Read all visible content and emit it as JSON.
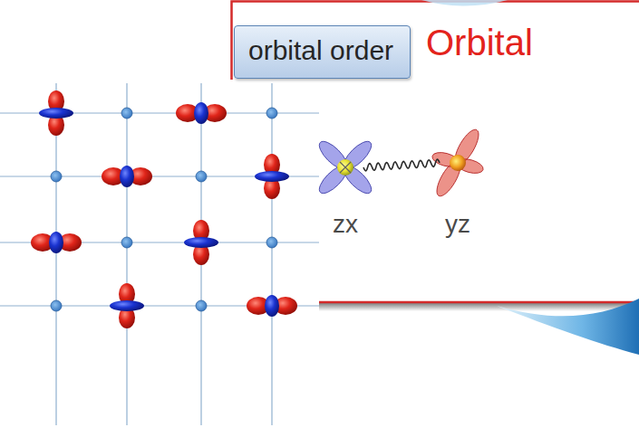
{
  "diagram": {
    "nodes": [
      {
        "text": [
          "orbital order"
        ]
      },
      {
        "text": [
          "Orbital"
        ]
      },
      {
        "text": [
          "zx"
        ],
        "in": 1
      },
      {
        "text": [
          "yz"
        ],
        "in": 1
      }
    ],
    "edges": [
      {
        "from": 2,
        "to": 3,
        "arrow": "none"
      }
    ]
  }
}
